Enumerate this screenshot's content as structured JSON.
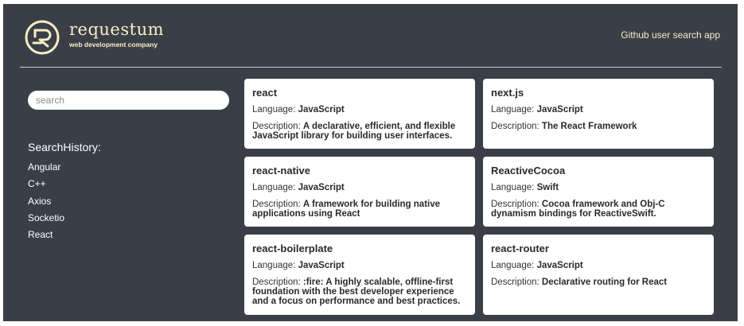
{
  "header": {
    "logo_name": "requestum",
    "logo_tagline": "web development company",
    "app_link": "Github user search app"
  },
  "search": {
    "placeholder": "search",
    "value": ""
  },
  "history": {
    "title": "SearchHistory:",
    "items": [
      "Angular",
      "C++",
      "Axios",
      "Socketio",
      "React"
    ]
  },
  "labels": {
    "language": "Language:",
    "description": "Description:"
  },
  "results": [
    {
      "name": "react",
      "language": "JavaScript",
      "description": "A declarative, efficient, and flexible JavaScript library for building user interfaces."
    },
    {
      "name": "next.js",
      "language": "JavaScript",
      "description": "The React Framework"
    },
    {
      "name": "react-native",
      "language": "JavaScript",
      "description": "A framework for building native applications using React"
    },
    {
      "name": "ReactiveCocoa",
      "language": "Swift",
      "description": "Cocoa framework and Obj-C dynamism bindings for ReactiveSwift."
    },
    {
      "name": "react-boilerplate",
      "language": "JavaScript",
      "description": ":fire: A highly scalable, offline-first foundation with the best developer experience and a focus on performance and best practices."
    },
    {
      "name": "react-router",
      "language": "JavaScript",
      "description": "Declarative routing for React"
    }
  ],
  "colors": {
    "background": "#3a3f47",
    "accent": "#f8ecc6",
    "card": "#ffffff"
  },
  "icons": {
    "logo": "requestum-logo-icon"
  }
}
